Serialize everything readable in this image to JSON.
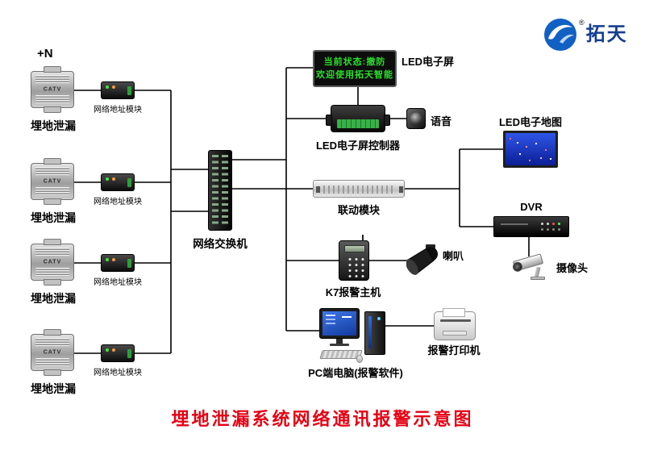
{
  "title": "埋地泄漏系统网络通讯报警示意图",
  "annotations": {
    "plus_n": "+N"
  },
  "logo": {
    "brand": "拓天",
    "registered": "®"
  },
  "led_screen": {
    "line1": "当前状态:撤防",
    "line2": "欢迎使用拓天智能"
  },
  "device_text": {
    "catv": "CATV"
  },
  "labels": {
    "leak": "埋地泄漏",
    "address_module": "网络地址模块",
    "switch": "网络交换机",
    "led_screen": "LED电子屏",
    "led_controller": "LED电子屏控制器",
    "voice": "语音",
    "led_map": "LED电子地图",
    "linkage": "联动模块",
    "dvr": "DVR",
    "camera": "摄像头",
    "horn": "喇叭",
    "k7": "K7报警主机",
    "pc": "PC端电脑(报警软件)",
    "printer": "报警打印机"
  },
  "colors": {
    "title": "#e60012",
    "led_text": "#2ae12a",
    "brand_blue": "#163f8f",
    "wire": "#000000"
  }
}
